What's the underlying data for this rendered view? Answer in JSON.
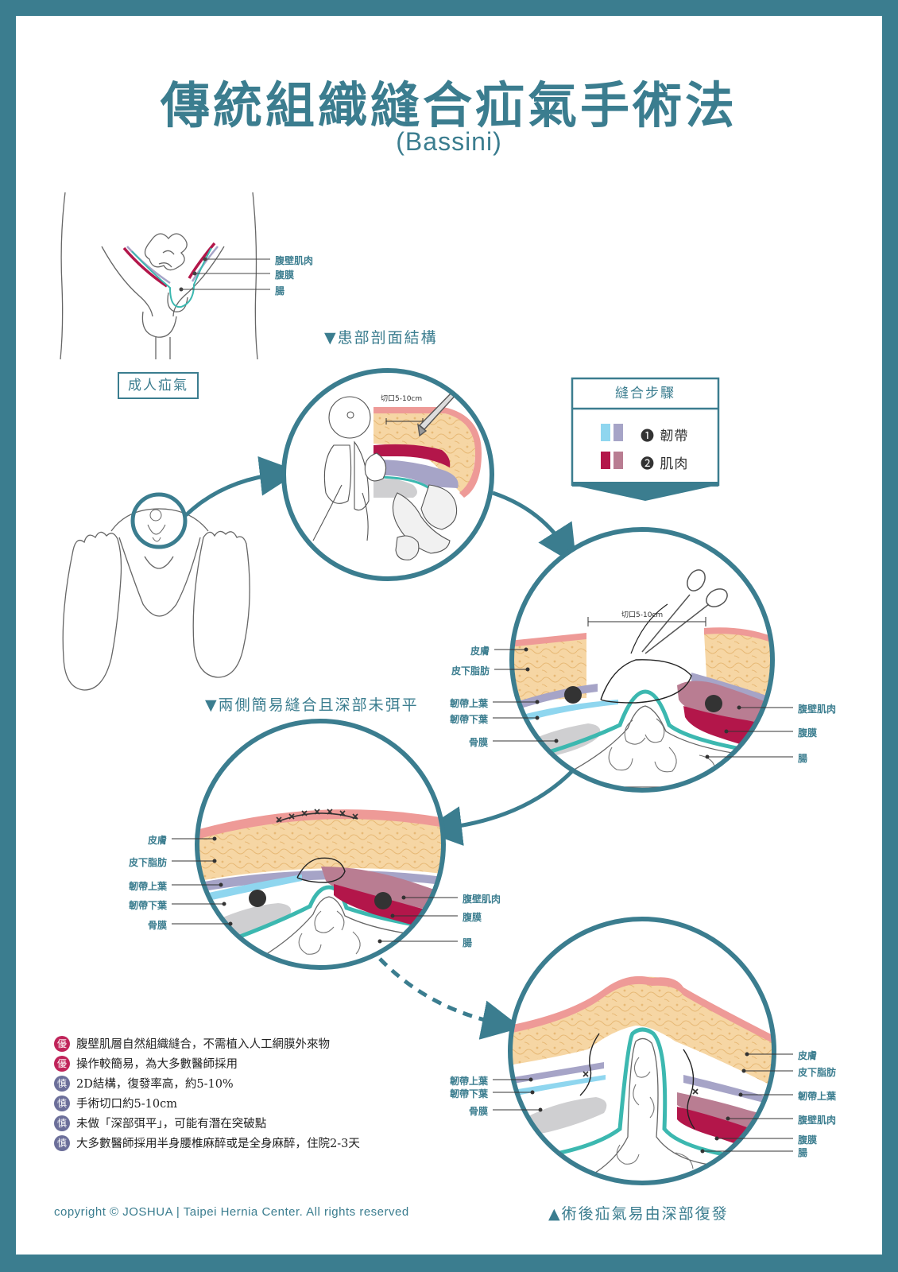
{
  "title": "傳統組織縫合疝氣手術法",
  "subtitle": "(Bassini)",
  "overview": {
    "labels": [
      "腹壁肌肉",
      "腹膜",
      "腸"
    ],
    "box_label": "成人疝氣"
  },
  "captions": {
    "section_view": "▼患部剖面結構",
    "step_view": "▼兩側簡易縫合且深部未弭平",
    "postop_view": "▲術後疝氣易由深部復發"
  },
  "incision_label": "切口5-10cm",
  "legend": {
    "title": "縫合步驟",
    "items": [
      {
        "num": "❶",
        "label": "韌帶",
        "colors": [
          "#8fd6ef",
          "#a6a4c7"
        ]
      },
      {
        "num": "❷",
        "label": "肌肉",
        "colors": [
          "#b3164a",
          "#b97d92"
        ]
      }
    ]
  },
  "circle2": {
    "left": [
      "皮膚",
      "皮下脂肪",
      "韌帶上葉",
      "韌帶下葉",
      "骨膜"
    ],
    "right": [
      "腹壁肌肉",
      "腹膜",
      "腸"
    ]
  },
  "circle3": {
    "left": [
      "皮膚",
      "皮下脂肪",
      "韌帶上葉",
      "韌帶下葉",
      "骨膜"
    ],
    "right": [
      "腹壁肌肉",
      "腹膜",
      "腸"
    ]
  },
  "circle4": {
    "left": [
      "韌帶上葉",
      "韌帶下葉",
      "骨膜"
    ],
    "right": [
      "皮膚",
      "皮下脂肪",
      "韌帶上葉",
      "腹壁肌肉",
      "腹膜",
      "腸"
    ]
  },
  "notes": [
    {
      "badge": "優",
      "text": "腹壁肌層自然組織縫合，不需植入人工網膜外來物",
      "color": "#c0245a"
    },
    {
      "badge": "優",
      "text": "操作較簡易，為大多數醫師採用",
      "color": "#c0245a"
    },
    {
      "badge": "慎",
      "text": "2D結構，復發率高，約5-10%",
      "color": "#6c6f9a"
    },
    {
      "badge": "慎",
      "text": "手術切口約5-10cm",
      "color": "#6c6f9a"
    },
    {
      "badge": "慎",
      "text": "未做「深部弭平」，可能有潛在突破點",
      "color": "#6c6f9a"
    },
    {
      "badge": "慎",
      "text": "大多數醫師採用半身腰椎麻醉或是全身麻醉，住院2-3天",
      "color": "#6c6f9a"
    }
  ],
  "colors": {
    "frame": "#3b7d8f",
    "skin": "#ee9a97",
    "fat": "#f6d6a4",
    "ligament_upper": "#a6a4c7",
    "ligament_lower": "#8fd6ef",
    "muscle": "#b3164a",
    "muscle_light": "#b97d92",
    "peritoneum": "#3cb8b0",
    "bone": "#cfcfd1"
  },
  "copyright": "copyright © JOSHUA | Taipei Hernia Center. All rights reserved"
}
